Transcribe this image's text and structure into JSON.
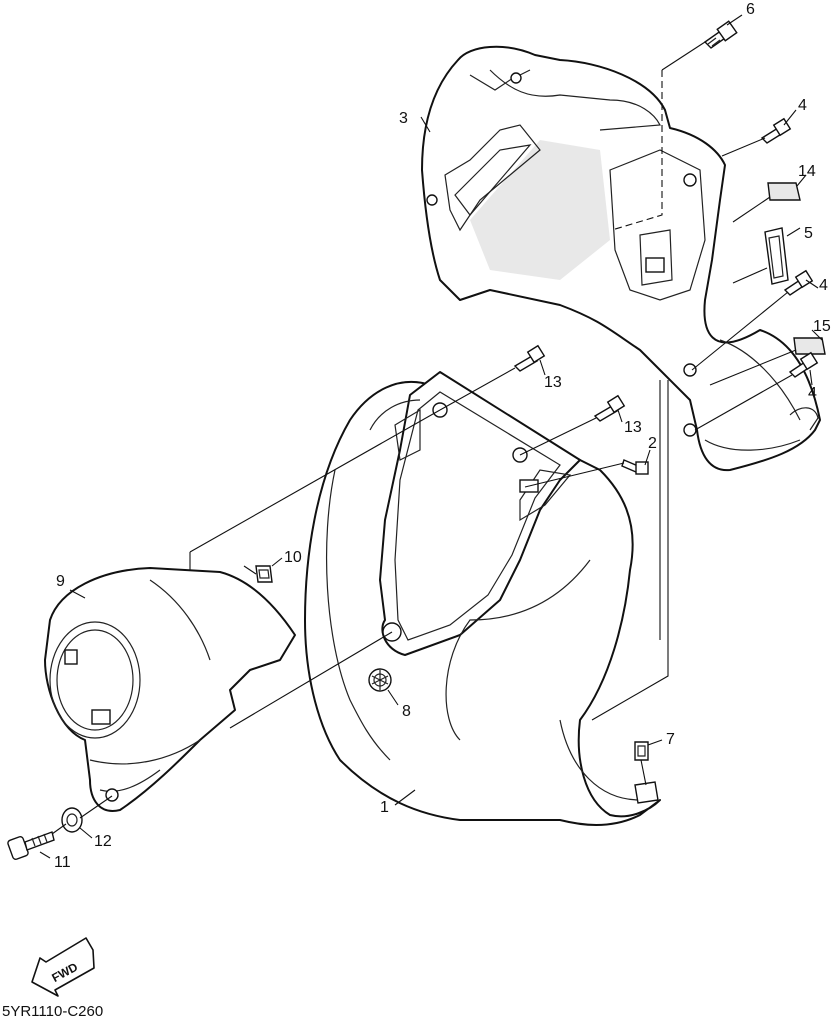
{
  "callouts": {
    "c1": "1",
    "c2": "2",
    "c3": "3",
    "c4a": "4",
    "c4b": "4",
    "c4c": "4",
    "c5": "5",
    "c6": "6",
    "c7": "7",
    "c8": "8",
    "c9": "9",
    "c10": "10",
    "c11": "11",
    "c12": "12",
    "c13a": "13",
    "c13b": "13",
    "c14": "14",
    "c15": "15"
  },
  "direction_badge": "FWD",
  "diagram_code": "5YR1110-C260"
}
